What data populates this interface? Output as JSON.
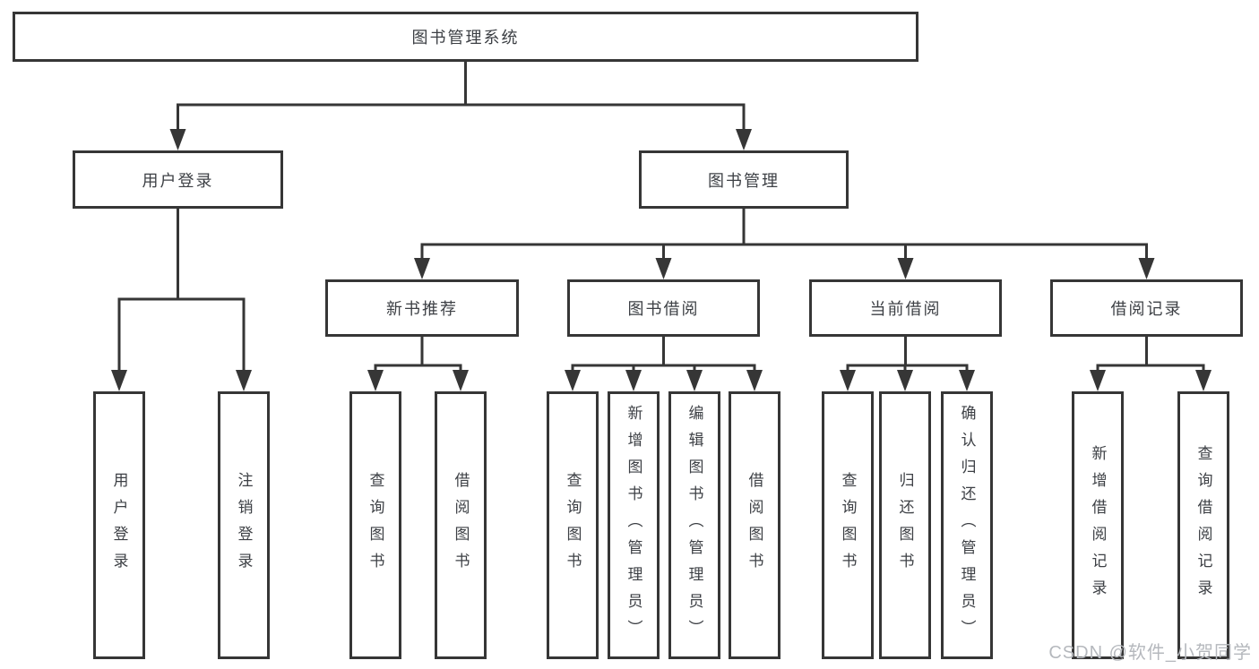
{
  "diagram_title": "图书管理系统",
  "nodes": {
    "root": {
      "label": "图书管理系统",
      "orientation": "horizontal"
    },
    "user-login": {
      "label": "用户登录",
      "orientation": "horizontal"
    },
    "book-mgmt": {
      "label": "图书管理",
      "orientation": "horizontal"
    },
    "new-book-rec": {
      "label": "新书推荐",
      "orientation": "horizontal"
    },
    "book-borrow": {
      "label": "图书借阅",
      "orientation": "horizontal"
    },
    "current-borrow": {
      "label": "当前借阅",
      "orientation": "horizontal"
    },
    "borrow-records": {
      "label": "借阅记录",
      "orientation": "horizontal"
    },
    "leaf-user-login": {
      "label": "用户登录",
      "orientation": "vertical"
    },
    "leaf-logout": {
      "label": "注销登录",
      "orientation": "vertical"
    },
    "leaf-nbr-query": {
      "label": "查询图书",
      "orientation": "vertical"
    },
    "leaf-nbr-borrow": {
      "label": "借阅图书",
      "orientation": "vertical"
    },
    "leaf-bb-query": {
      "label": "查询图书",
      "orientation": "vertical"
    },
    "leaf-bb-add": {
      "label": "新增图书（管理员）",
      "orientation": "vertical"
    },
    "leaf-bb-edit": {
      "label": "编辑图书（管理员）",
      "orientation": "vertical"
    },
    "leaf-bb-borrow": {
      "label": "借阅图书",
      "orientation": "vertical"
    },
    "leaf-cb-query": {
      "label": "查询图书",
      "orientation": "vertical"
    },
    "leaf-cb-return": {
      "label": "归还图书",
      "orientation": "vertical"
    },
    "leaf-cb-confirm": {
      "label": "确认归还（管理员）",
      "orientation": "vertical"
    },
    "leaf-br-add": {
      "label": "新增借阅记录",
      "orientation": "vertical"
    },
    "leaf-br-query": {
      "label": "查询借阅记录",
      "orientation": "vertical"
    }
  },
  "edges": [
    [
      "root",
      "user-login"
    ],
    [
      "root",
      "book-mgmt"
    ],
    [
      "user-login",
      "leaf-user-login"
    ],
    [
      "user-login",
      "leaf-logout"
    ],
    [
      "book-mgmt",
      "new-book-rec"
    ],
    [
      "book-mgmt",
      "book-borrow"
    ],
    [
      "book-mgmt",
      "current-borrow"
    ],
    [
      "book-mgmt",
      "borrow-records"
    ],
    [
      "new-book-rec",
      "leaf-nbr-query"
    ],
    [
      "new-book-rec",
      "leaf-nbr-borrow"
    ],
    [
      "book-borrow",
      "leaf-bb-query"
    ],
    [
      "book-borrow",
      "leaf-bb-add"
    ],
    [
      "book-borrow",
      "leaf-bb-edit"
    ],
    [
      "book-borrow",
      "leaf-bb-borrow"
    ],
    [
      "current-borrow",
      "leaf-cb-query"
    ],
    [
      "current-borrow",
      "leaf-cb-return"
    ],
    [
      "current-borrow",
      "leaf-cb-confirm"
    ],
    [
      "borrow-records",
      "leaf-br-add"
    ],
    [
      "borrow-records",
      "leaf-br-query"
    ]
  ],
  "watermark": "CSDN @软件_小贺同学",
  "colors": {
    "line": "#363636",
    "text": "#3d4045",
    "background": "#ffffff",
    "watermark": "#b5b8bd"
  }
}
